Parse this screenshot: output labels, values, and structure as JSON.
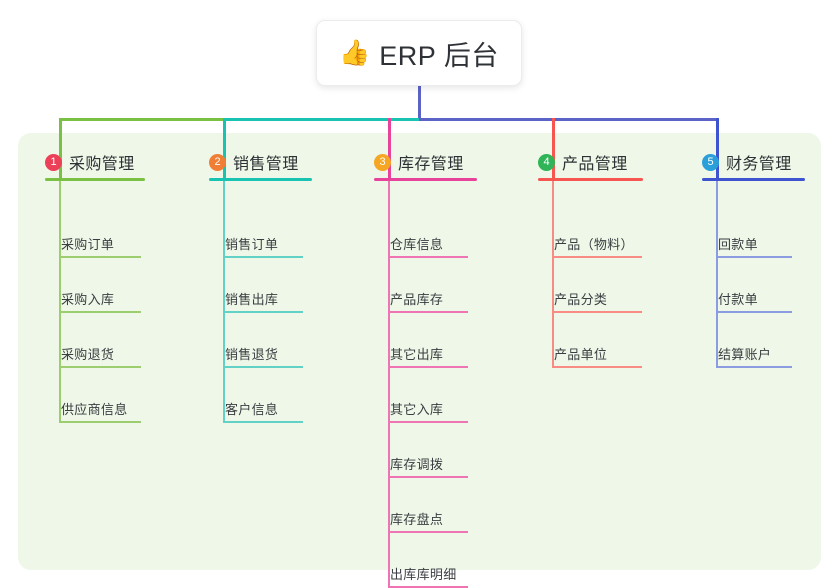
{
  "root": {
    "icon": "thumbs-up-icon",
    "emoji": "👍",
    "title": "ERP 后台"
  },
  "panel": {
    "background_color": "#eef7e8"
  },
  "connectors": {
    "trunk_color": "#5b63c7",
    "bus_left_color": "#7ac143",
    "bus_mid_color": "#18c3b2",
    "bus_right_color": "#5b63c7"
  },
  "branches": [
    {
      "number": "1",
      "title": "采购管理",
      "badge_color": "#ec3f58",
      "line_color": "#7ac143",
      "leaf_line_color": "#9ccd6e",
      "items": [
        "采购订单",
        "采购入库",
        "采购退货",
        "供应商信息"
      ]
    },
    {
      "number": "2",
      "title": "销售管理",
      "badge_color": "#f07f35",
      "line_color": "#18c3b2",
      "leaf_line_color": "#62d2c6",
      "items": [
        "销售订单",
        "销售出库",
        "销售退货",
        "客户信息"
      ]
    },
    {
      "number": "3",
      "title": "库存管理",
      "badge_color": "#f5a623",
      "line_color": "#e8439a",
      "leaf_line_color": "#ef74b4",
      "items": [
        "仓库信息",
        "产品库存",
        "其它出库",
        "其它入库",
        "库存调拨",
        "库存盘点",
        "出库库明细"
      ]
    },
    {
      "number": "4",
      "title": "产品管理",
      "badge_color": "#2fb457",
      "line_color": "#f6564f",
      "leaf_line_color": "#f98b85",
      "items": [
        "产品（物料）",
        "产品分类",
        "产品单位"
      ]
    },
    {
      "number": "5",
      "title": "财务管理",
      "badge_color": "#2a9fd8",
      "line_color": "#3d53cf",
      "leaf_line_color": "#8b9ce0",
      "items": [
        "回款单",
        "付款单",
        "结算账户"
      ]
    }
  ]
}
